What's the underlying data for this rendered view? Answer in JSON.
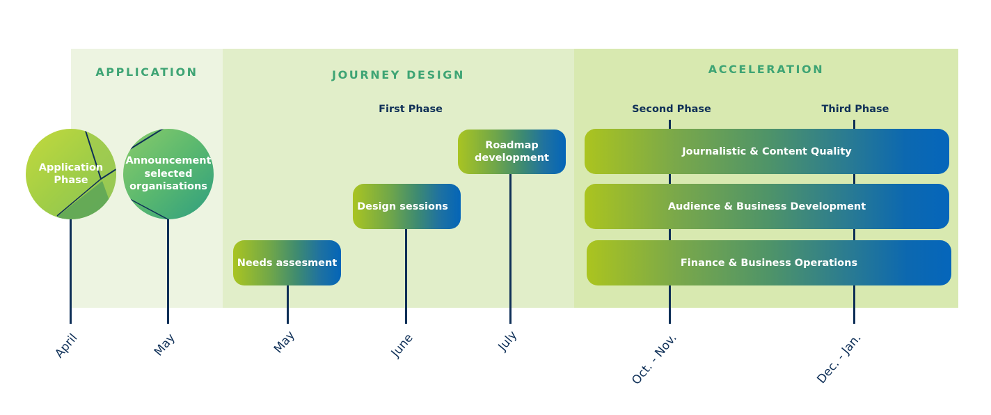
{
  "sections": {
    "application": {
      "title": "APPLICATION"
    },
    "journey_design": {
      "title": "JOURNEY DESIGN"
    },
    "acceleration": {
      "title": "ACCELERATION"
    }
  },
  "phases": {
    "first": "First Phase",
    "second": "Second Phase",
    "third": "Third Phase"
  },
  "milestones": {
    "application_phase": "Application Phase",
    "announcement": "Announcement selected organisations",
    "needs_assessment": "Needs assesment",
    "design_sessions": "Design sessions",
    "roadmap_development": "Roadmap development"
  },
  "tracks": [
    {
      "label": "Journalistic & Content Quality"
    },
    {
      "label": "Audience & Business Development"
    },
    {
      "label": "Finance & Business Operations"
    }
  ],
  "timeline_labels": [
    "April",
    "May",
    "May",
    "June",
    "July",
    "Oct. - Nov.",
    "Dec. - Jan."
  ],
  "colors": {
    "heading_green": "#3ea474",
    "navy": "#0e2f57",
    "gradient_start": "#a9c422",
    "gradient_end": "#0465b8",
    "band_application": "#edf4e1",
    "band_journey": "#e1eec9",
    "band_acceleration": "#d8e9b0"
  }
}
